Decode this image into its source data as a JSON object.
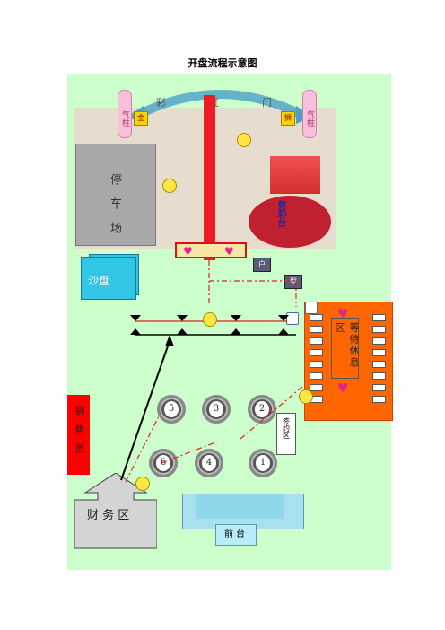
{
  "title": "开盘流程示意图",
  "rainbow_gate": {
    "chars": [
      "彩",
      "虹",
      "门"
    ]
  },
  "pillars": {
    "left_text": "气柱",
    "right_text": "气柱",
    "left_badge": "金",
    "right_badge": "狮"
  },
  "parking": {
    "label": "停车场"
  },
  "stage": {
    "label": "剪彩台"
  },
  "small_boxes": {
    "box_a": "户",
    "box_b": "型"
  },
  "sand_table": {
    "label": "沙盘"
  },
  "waiting_area": {
    "label": "等待休息区"
  },
  "red_bar": {
    "label": "销售员"
  },
  "tables": [
    {
      "number": "5"
    },
    {
      "number": "3"
    },
    {
      "number": "2"
    },
    {
      "number": "6"
    },
    {
      "number": "4"
    },
    {
      "number": "1"
    }
  ],
  "contract_box": {
    "label": "签约区"
  },
  "finance_area": {
    "label": "财 务 区"
  },
  "front_desk": {
    "label": "前台"
  },
  "colors": {
    "background": "#ccffcc",
    "red_pole": "#ee1c24",
    "waiting_area": "#ff6600",
    "sand_table": "#32c6e6",
    "flow_line": "#dd2222"
  }
}
